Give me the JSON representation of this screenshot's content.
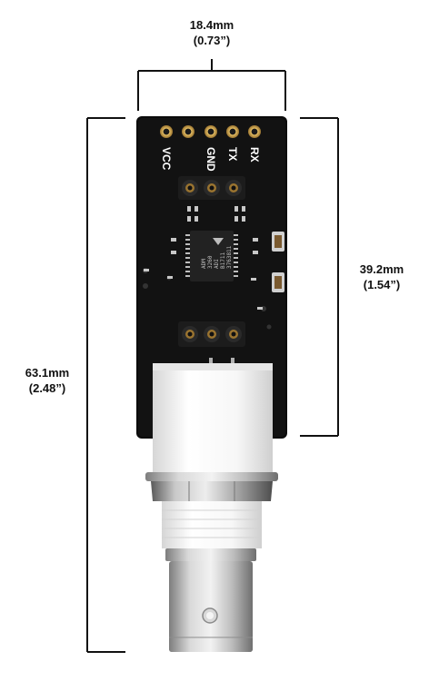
{
  "dimensions": {
    "width": {
      "metric": "18.4mm",
      "imperial": "(0.73”)"
    },
    "board_height": {
      "metric": "39.2mm",
      "imperial": "(1.54”)"
    },
    "total_height": {
      "metric": "63.1mm",
      "imperial": "(2.48”)"
    }
  },
  "pins": [
    "VCC",
    "GND",
    "TX",
    "RX"
  ],
  "chip": {
    "lines": [
      "ADM",
      "3260",
      "ADI",
      "B1711",
      "3763811"
    ]
  },
  "colors": {
    "pcb": "#0b0b0b",
    "gold_pad": "#c9a04a",
    "connector_body": "#f2f2f2",
    "metal": "#b8b8b8",
    "dimension_line": "#111111"
  }
}
